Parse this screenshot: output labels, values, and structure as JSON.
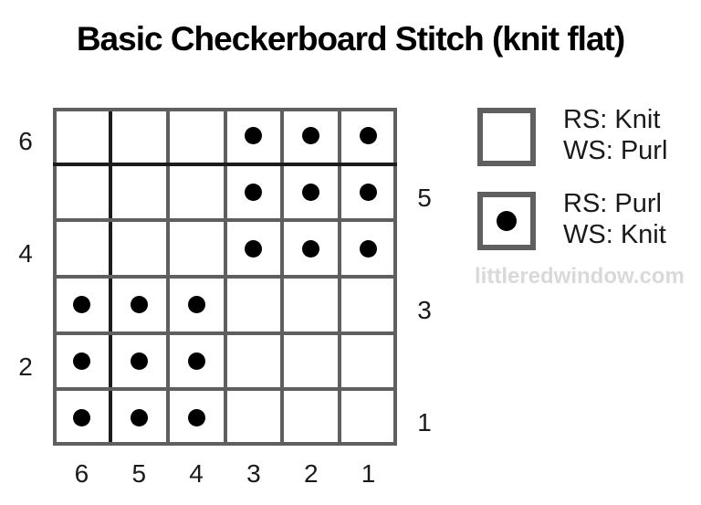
{
  "title": "Basic Checkerboard Stitch (knit flat)",
  "watermark": "littleredwindow.com",
  "colors": {
    "grid_line": "#5f5f5f",
    "repeat_line_dark": "#1c1c1c",
    "dot": "#000000",
    "title_text": "#000000",
    "label_text": "#1a1a1a",
    "watermark_text": "#d9d9d9",
    "background": "#ffffff"
  },
  "chart_data": {
    "type": "heatmap",
    "title": "Basic Checkerboard Stitch (knit flat)",
    "description": "6x6 knitting chart; dot = purl on right side, empty = knit on right side; checkerboard of 3x3 blocks",
    "columns_left_to_right": [
      "6",
      "5",
      "4",
      "3",
      "2",
      "1"
    ],
    "rows_top_to_bottom": [
      "6",
      "5",
      "4",
      "3",
      "2",
      "1"
    ],
    "row_labels": [
      {
        "text": "6",
        "side": "left",
        "row_index": 0
      },
      {
        "text": "5",
        "side": "right",
        "row_index": 1
      },
      {
        "text": "4",
        "side": "left",
        "row_index": 2
      },
      {
        "text": "3",
        "side": "right",
        "row_index": 3
      },
      {
        "text": "2",
        "side": "left",
        "row_index": 4
      },
      {
        "text": "1",
        "side": "right",
        "row_index": 5
      }
    ],
    "col_labels": [
      "6",
      "5",
      "4",
      "3",
      "2",
      "1"
    ],
    "dot_matrix": [
      [
        0,
        0,
        0,
        1,
        1,
        1
      ],
      [
        0,
        0,
        0,
        1,
        1,
        1
      ],
      [
        0,
        0,
        0,
        1,
        1,
        1
      ],
      [
        1,
        1,
        1,
        0,
        0,
        0
      ],
      [
        1,
        1,
        1,
        0,
        0,
        0
      ],
      [
        1,
        1,
        1,
        0,
        0,
        0
      ]
    ],
    "dark_vline_index": 1,
    "dark_hline_index": 1,
    "grid_on": true,
    "legend_position": "right"
  },
  "legend": {
    "items": [
      {
        "symbol": "empty-square",
        "lines": [
          "RS: Knit",
          "WS: Purl"
        ]
      },
      {
        "symbol": "dot-square",
        "lines": [
          "RS: Purl",
          "WS: Knit"
        ]
      }
    ]
  }
}
